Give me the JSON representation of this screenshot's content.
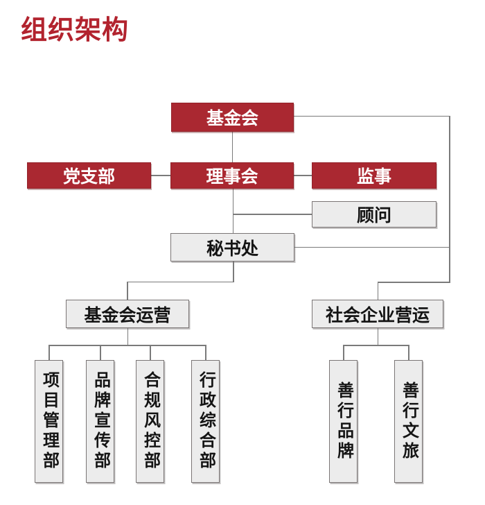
{
  "page_title": "组织架构",
  "colors": {
    "title_red": "#b2232e",
    "primary_box_red": "#aa2831",
    "secondary_box_gray": "#ececec",
    "connector_gray": "#7a7a7a",
    "primary_text": "#ffffff",
    "secondary_text": "#141414"
  },
  "org_chart": {
    "type": "org-tree",
    "nodes": {
      "foundation": {
        "label": "基金会",
        "level": "primary"
      },
      "party_branch": {
        "label": "党支部",
        "level": "primary"
      },
      "council": {
        "label": "理事会",
        "level": "primary"
      },
      "supervisor": {
        "label": "监事",
        "level": "primary"
      },
      "advisor": {
        "label": "顾问",
        "level": "secondary"
      },
      "secretariat": {
        "label": "秘书处",
        "level": "secondary"
      },
      "foundation_ops": {
        "label": "基金会运营",
        "level": "secondary"
      },
      "social_enterprise_ops": {
        "label": "社会企业营运",
        "level": "secondary"
      },
      "dept_project_mgmt": {
        "label": "项目管理部",
        "level": "department"
      },
      "dept_brand_publicity": {
        "label": "品牌宣传部",
        "level": "department"
      },
      "dept_compliance_risk": {
        "label": "合规风控部",
        "level": "department"
      },
      "dept_admin_general": {
        "label": "行政综合部",
        "level": "department"
      },
      "shanxing_brand": {
        "label": "善行品牌",
        "level": "department"
      },
      "shanxing_culture_tourism": {
        "label": "善行文旅",
        "level": "department"
      }
    },
    "edges": [
      {
        "from": "foundation",
        "to": "council"
      },
      {
        "from": "party_branch",
        "to": "council"
      },
      {
        "from": "council",
        "to": "supervisor"
      },
      {
        "from": "council",
        "to": "advisor"
      },
      {
        "from": "council",
        "to": "secretariat"
      },
      {
        "from": "secretariat",
        "to": "foundation_ops"
      },
      {
        "from": "secretariat",
        "to": "social_enterprise_ops"
      },
      {
        "from": "foundation_ops",
        "to": "dept_project_mgmt"
      },
      {
        "from": "foundation_ops",
        "to": "dept_brand_publicity"
      },
      {
        "from": "foundation_ops",
        "to": "dept_compliance_risk"
      },
      {
        "from": "foundation_ops",
        "to": "dept_admin_general"
      },
      {
        "from": "social_enterprise_ops",
        "to": "shanxing_brand"
      },
      {
        "from": "social_enterprise_ops",
        "to": "shanxing_culture_tourism"
      }
    ]
  }
}
